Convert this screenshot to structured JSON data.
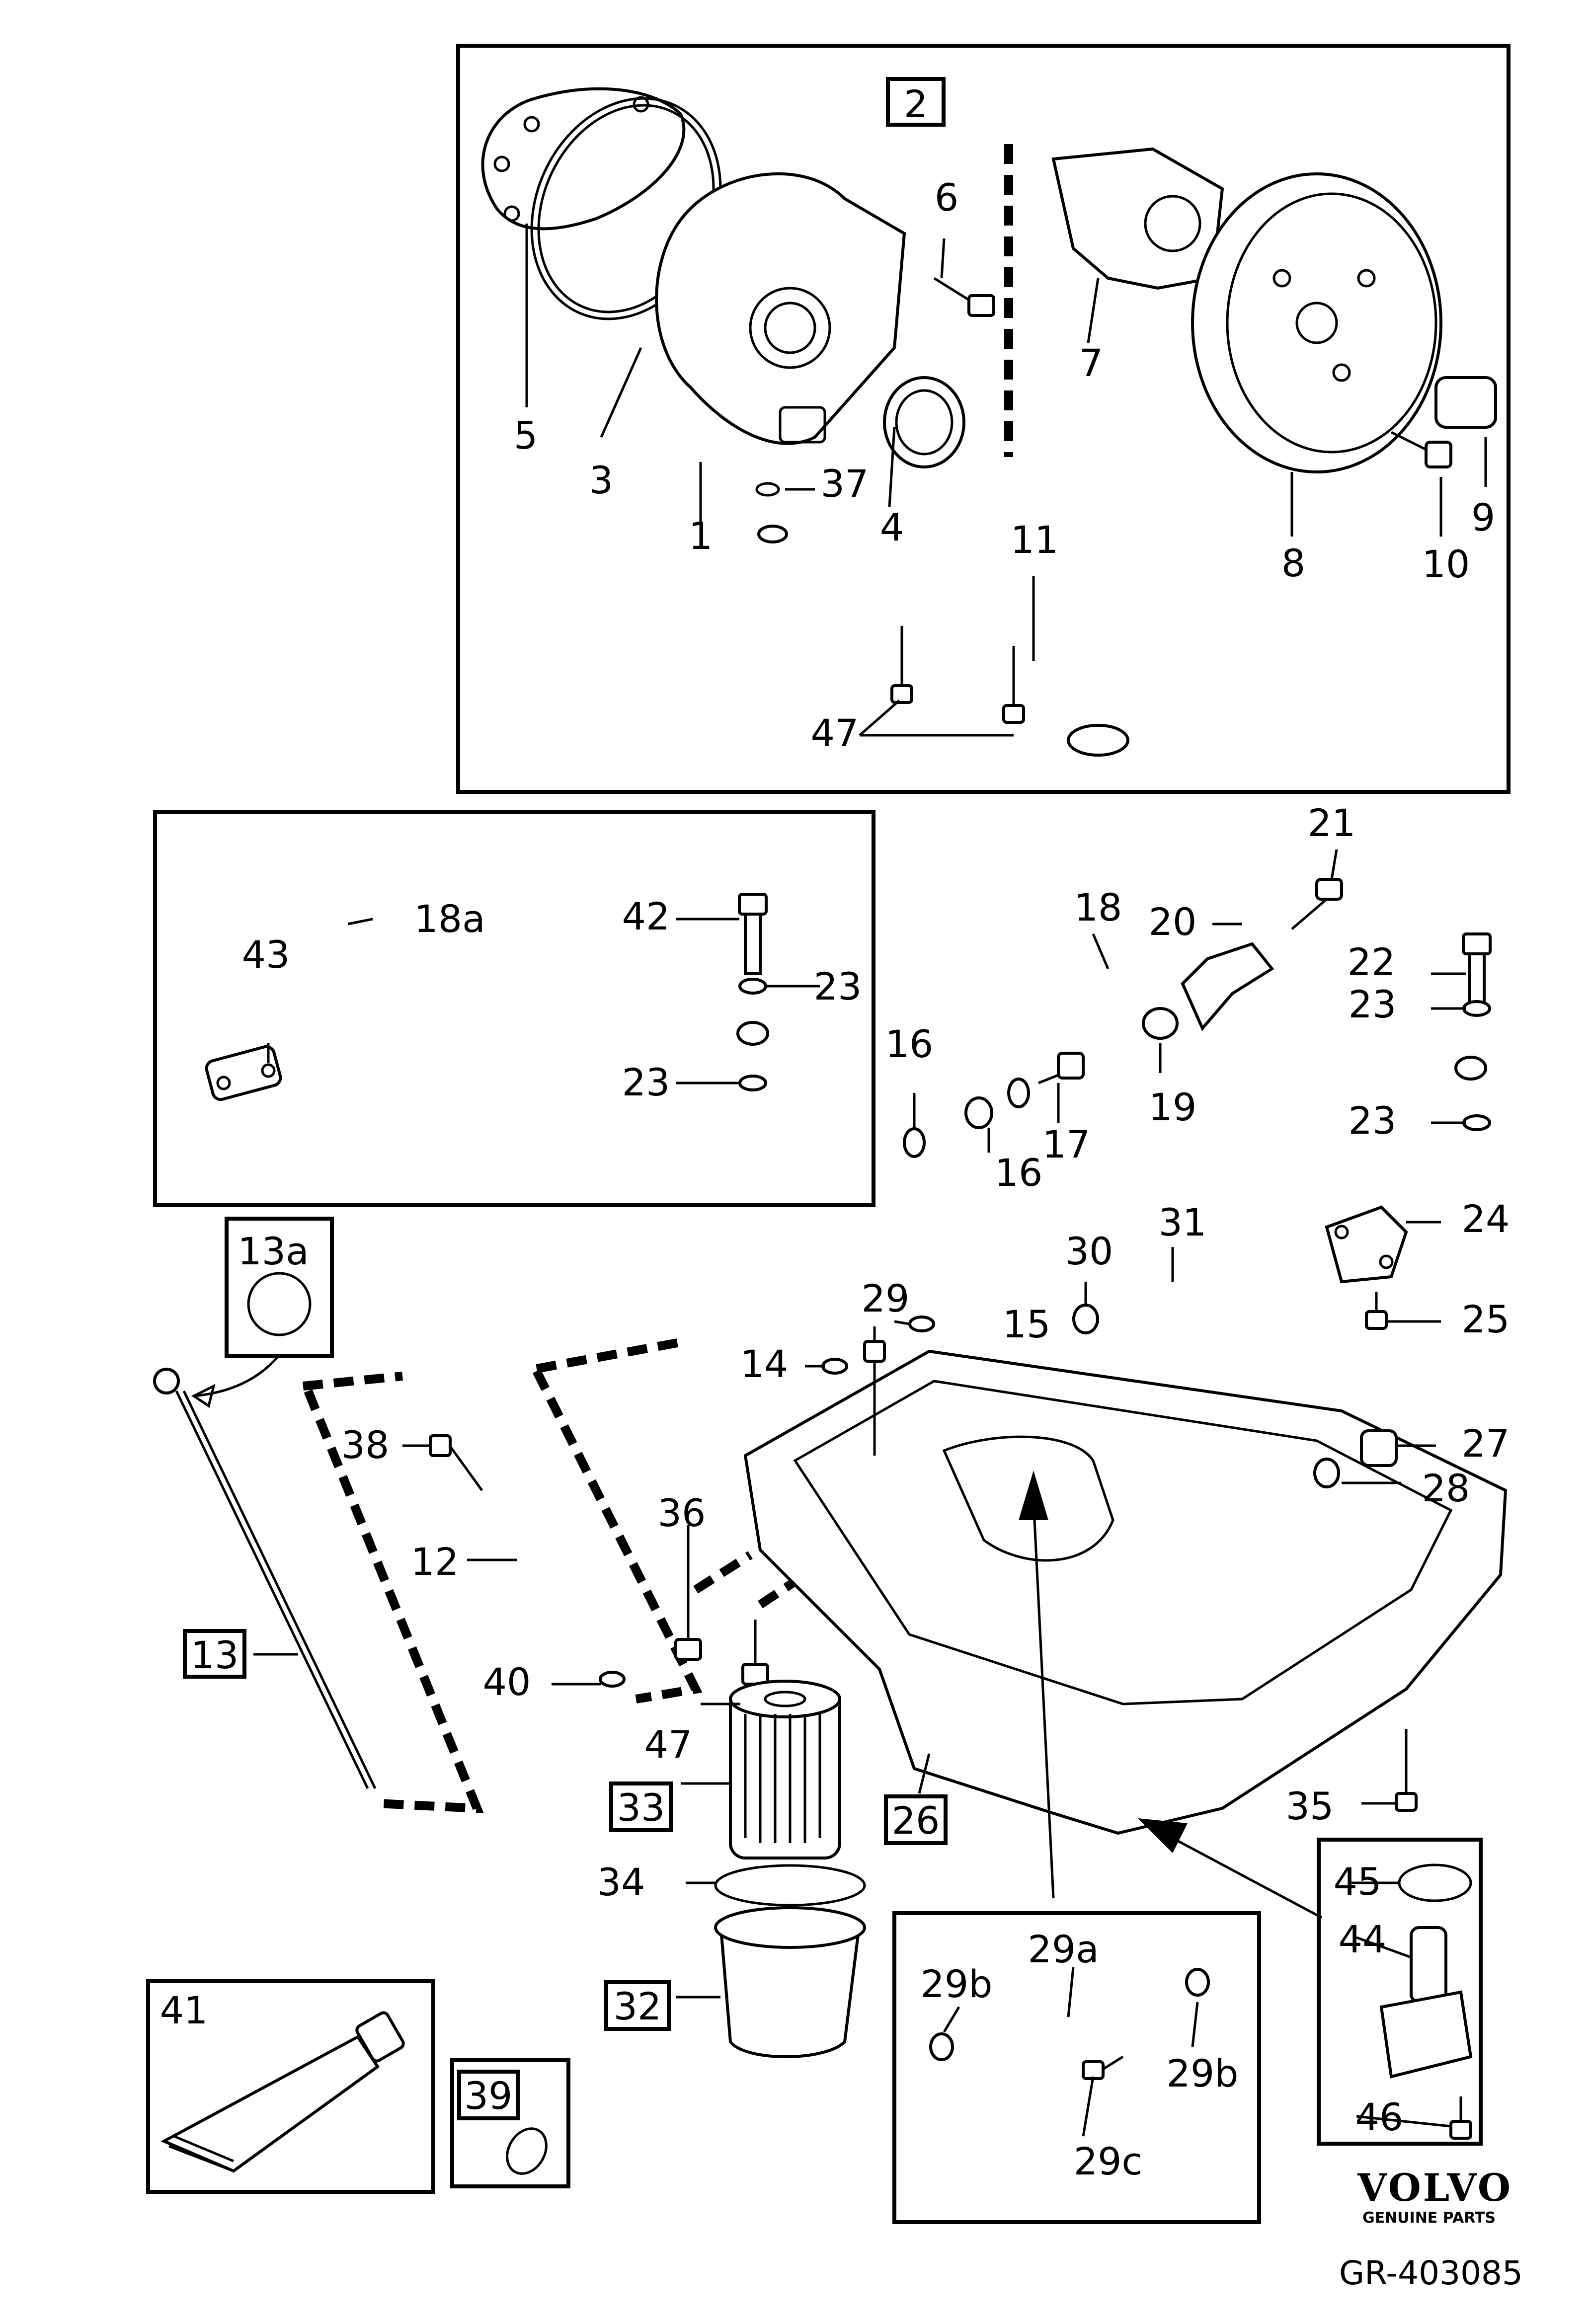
{
  "diagram": {
    "boxed_labels": [
      "2",
      "13",
      "33",
      "26",
      "32",
      "39"
    ],
    "labels": {
      "l1": "1",
      "l3": "3",
      "l4": "4",
      "l5": "5",
      "l6": "6",
      "l7": "7",
      "l8": "8",
      "l9": "9",
      "l10": "10",
      "l11": "11",
      "l37": "37",
      "l47a": "47",
      "l18a": "18a",
      "l42": "42",
      "l23a": "23",
      "l23b": "23",
      "l43": "43",
      "l21": "21",
      "l18": "18",
      "l20": "20",
      "l22": "22",
      "l23c": "23",
      "l23d": "23",
      "l16a": "16",
      "l16b": "16",
      "l17": "17",
      "l19": "19",
      "l13a": "13a",
      "l29": "29",
      "l15": "15",
      "l14": "14",
      "l31": "31",
      "l30": "30",
      "l24": "24",
      "l25": "25",
      "l27": "27",
      "l28": "28",
      "l38": "38",
      "l36": "36",
      "l12": "12",
      "l40": "40",
      "l47b": "47",
      "l35": "35",
      "l34": "34",
      "l45": "45",
      "l44": "44",
      "l46": "46",
      "l29a": "29a",
      "l29b1": "29b",
      "l29b2": "29b",
      "l29c": "29c",
      "l41": "41"
    },
    "brand": "VOLVO",
    "brand_sub": "GENUINE PARTS",
    "reference": "GR-403085"
  }
}
